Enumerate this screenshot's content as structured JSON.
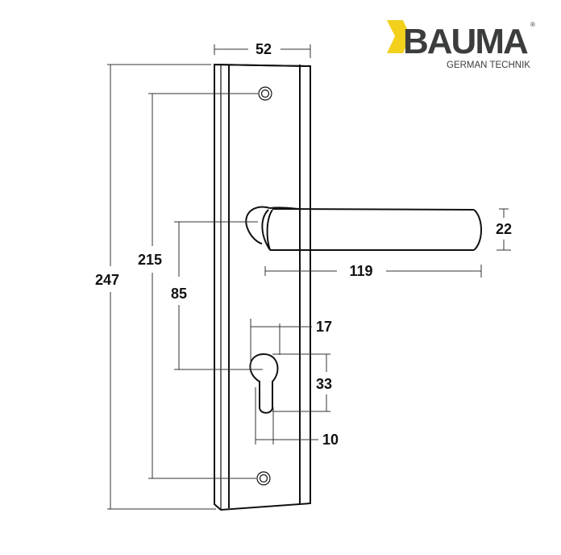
{
  "brand": {
    "name": "BAUMA",
    "tagline": "GERMAN TECHNIK",
    "registered_mark": "®",
    "accent_color": "#f2d01c",
    "text_color": "#3a3d3c"
  },
  "drawing": {
    "subject": "door handle on long backplate with euro-profile cylinder cutout",
    "units": "mm",
    "dimensions": {
      "plate_width": "52",
      "plate_height": "247",
      "screw_hole_spacing": "215",
      "handle_to_cylinder": "85",
      "handle_length": "119",
      "handle_diameter": "22",
      "cylinder_width": "17",
      "cylinder_height": "33",
      "cylinder_slot_width": "10"
    }
  }
}
